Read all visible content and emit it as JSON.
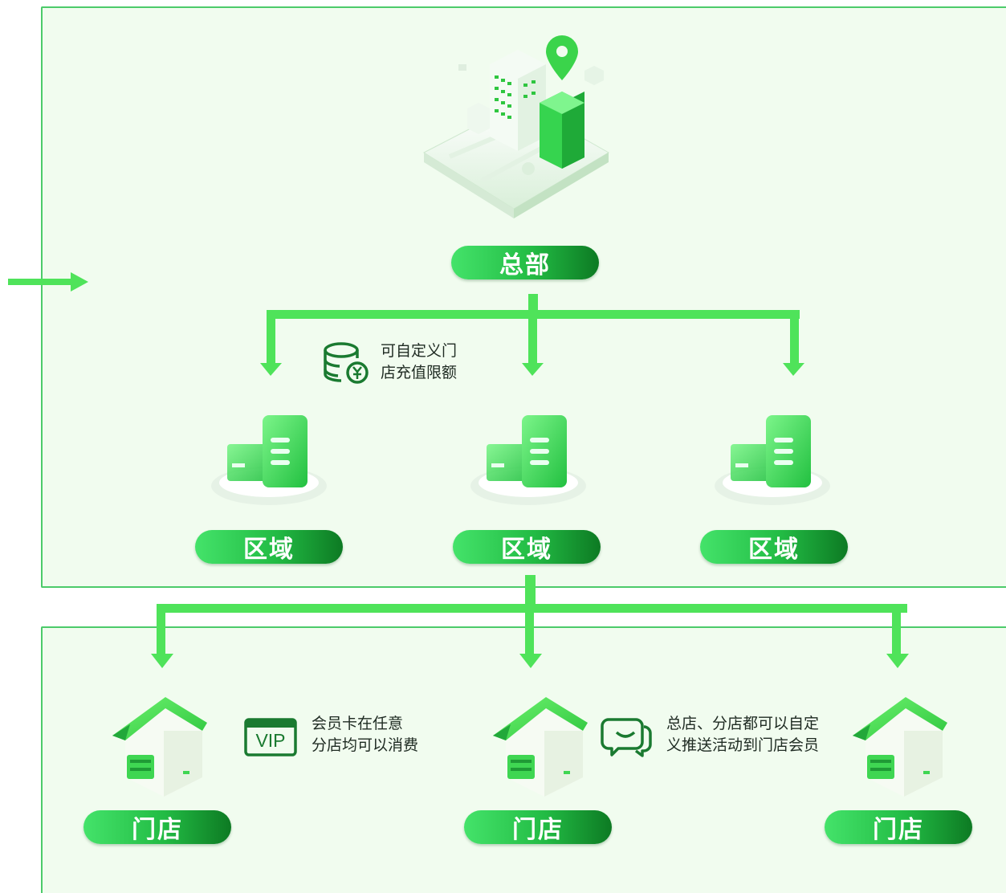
{
  "headquarters": {
    "label": "总部"
  },
  "regions": [
    {
      "label": "区域"
    },
    {
      "label": "区域"
    },
    {
      "label": "区域"
    }
  ],
  "stores": [
    {
      "label": "门店"
    },
    {
      "label": "门店"
    },
    {
      "label": "门店"
    }
  ],
  "notes": {
    "recharge": {
      "line1": "可自定义门",
      "line2": "店充值限额",
      "icon": "coin-stack-yuan-icon"
    },
    "vip": {
      "badge": "VIP",
      "line1": "会员卡在任意",
      "line2": "分店均可以消费",
      "icon": "vip-card-icon"
    },
    "push": {
      "line1": "总店、分店都可以自定",
      "line2": "义推送活动到门店会员",
      "icon": "chat-bubble-icon"
    }
  },
  "colors": {
    "accent": "#4fe35a",
    "dark_green": "#0d7a23",
    "panel_bg": "#f1fcef",
    "border": "#4ccb6a"
  }
}
